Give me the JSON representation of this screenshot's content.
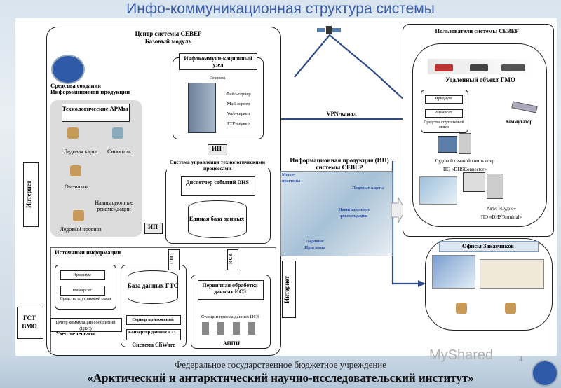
{
  "title": "Инфо-коммуникационная структура системы",
  "center": {
    "title1": "Центр системы СЕВЕР",
    "title2": "Базовый модуль"
  },
  "tools_label": "Средства создания Информационной продукции",
  "tech_arm": "Технологические АРМы",
  "roles": [
    "Ледовая карта",
    "Синоптик",
    "Океанолог",
    "Навигационные рекомендации",
    "Ледовый прогноз"
  ],
  "infocom_node": "Инфокоммуни-кационный узел",
  "services_label": "Сервисы",
  "servers": [
    "Файл-сервер",
    "Mail-сервер",
    "Web-сервер",
    "FTP-сервер"
  ],
  "ip_label": "ИП",
  "mgmt_system": "Система управления технологическими процессами",
  "dispatcher": "Диспетчер событий DHS",
  "unified_db": "Единая база данных",
  "internet_label": "Интернет",
  "ip_left": "ИП",
  "info_sources": "Источники информации",
  "iridium": "Иридиум",
  "inmarsat": "Инмарсат",
  "sat_means": "Средства спутниковой связи",
  "gts_db": "База данных ГТС",
  "app_server": "Сервер приложений",
  "gts_converter": "Конвертор данных ГТС",
  "cliware": "Система CliWare",
  "gts_label": "ГТС",
  "isz_label": "ИСЗ",
  "primary_proc": "Первичная обработка данных ИСЗ",
  "isz_stations": "Станции приема данных ИСЗ",
  "appi": "АППИ",
  "internet_right": "Интернет",
  "tv_node": "Узел телесвязи",
  "cks": "Центр коммутации сообщений (ЦКС)",
  "gts_wmo": "ГСТ ВМО",
  "info_product": "Информационная продукция (ИП) системы СЕВЕР",
  "prod_labels": [
    "Метео-прогнозы",
    "Ледовые карты",
    "Навигационные рекомендации",
    "Ледовые Прогнозы"
  ],
  "vpn": "VPN-канал",
  "users_title": "Пользователи системы СЕВЕР",
  "remote_obj": "Удаленный объект ГМО",
  "ship_iridium": "Иридиум",
  "ship_inmarsat": "Инмарсат",
  "ship_sat": "Средства спутниковой связи",
  "switch": "Коммутатор",
  "ship_pc": "Судовой связной компьютер",
  "dhs_connector": "ПО «DHSConnector»",
  "arm_ship": "АРМ «Судно»",
  "dhs_terminal": "ПО «DHSTerminal»",
  "customers": "Офисы Заказчиков",
  "footer1": "Федеральное государственное бюджетное учреждение",
  "footer2": "«Арктический и антарктический научно-исследовательский институт»",
  "watermark": "MyShared",
  "page_num": "4"
}
